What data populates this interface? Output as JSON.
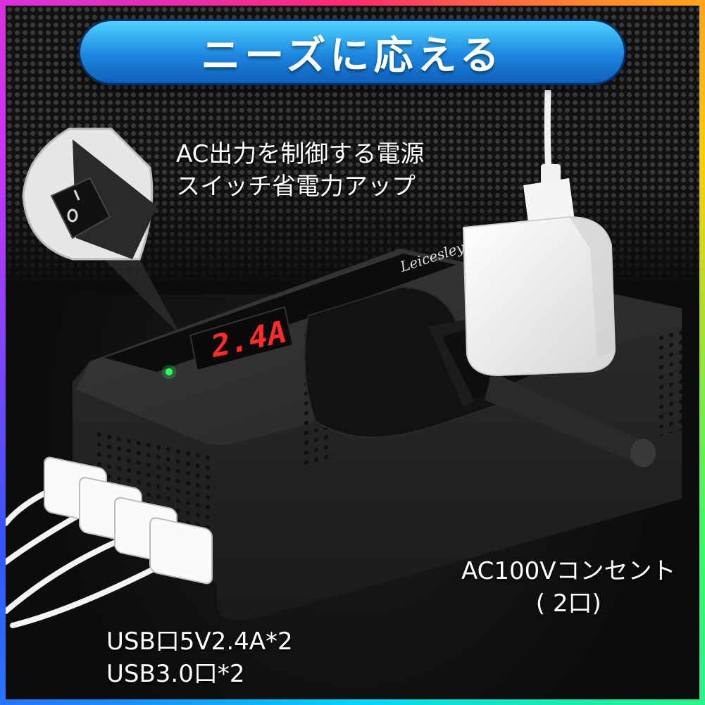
{
  "title": "ニーズに応える",
  "callouts": {
    "switch_line1": "AC出力を制御する電源",
    "switch_line2": "スイッチ省電力アップ",
    "ac_line1": "AC100Vコンセント",
    "ac_line2": "( 2口)",
    "usb_line1": "USB口5V2.4A*2",
    "usb_line2": "USB3.0口*2"
  },
  "device": {
    "display_value": "2.4A",
    "brand": "Leicesley",
    "switch_on_symbol": "I",
    "switch_off_symbol": "O"
  },
  "colors": {
    "title_blue": "#1d87e0",
    "display_red": "#ff2a2a",
    "led_green": "#2dff5a",
    "body": "#2b2b2b"
  }
}
